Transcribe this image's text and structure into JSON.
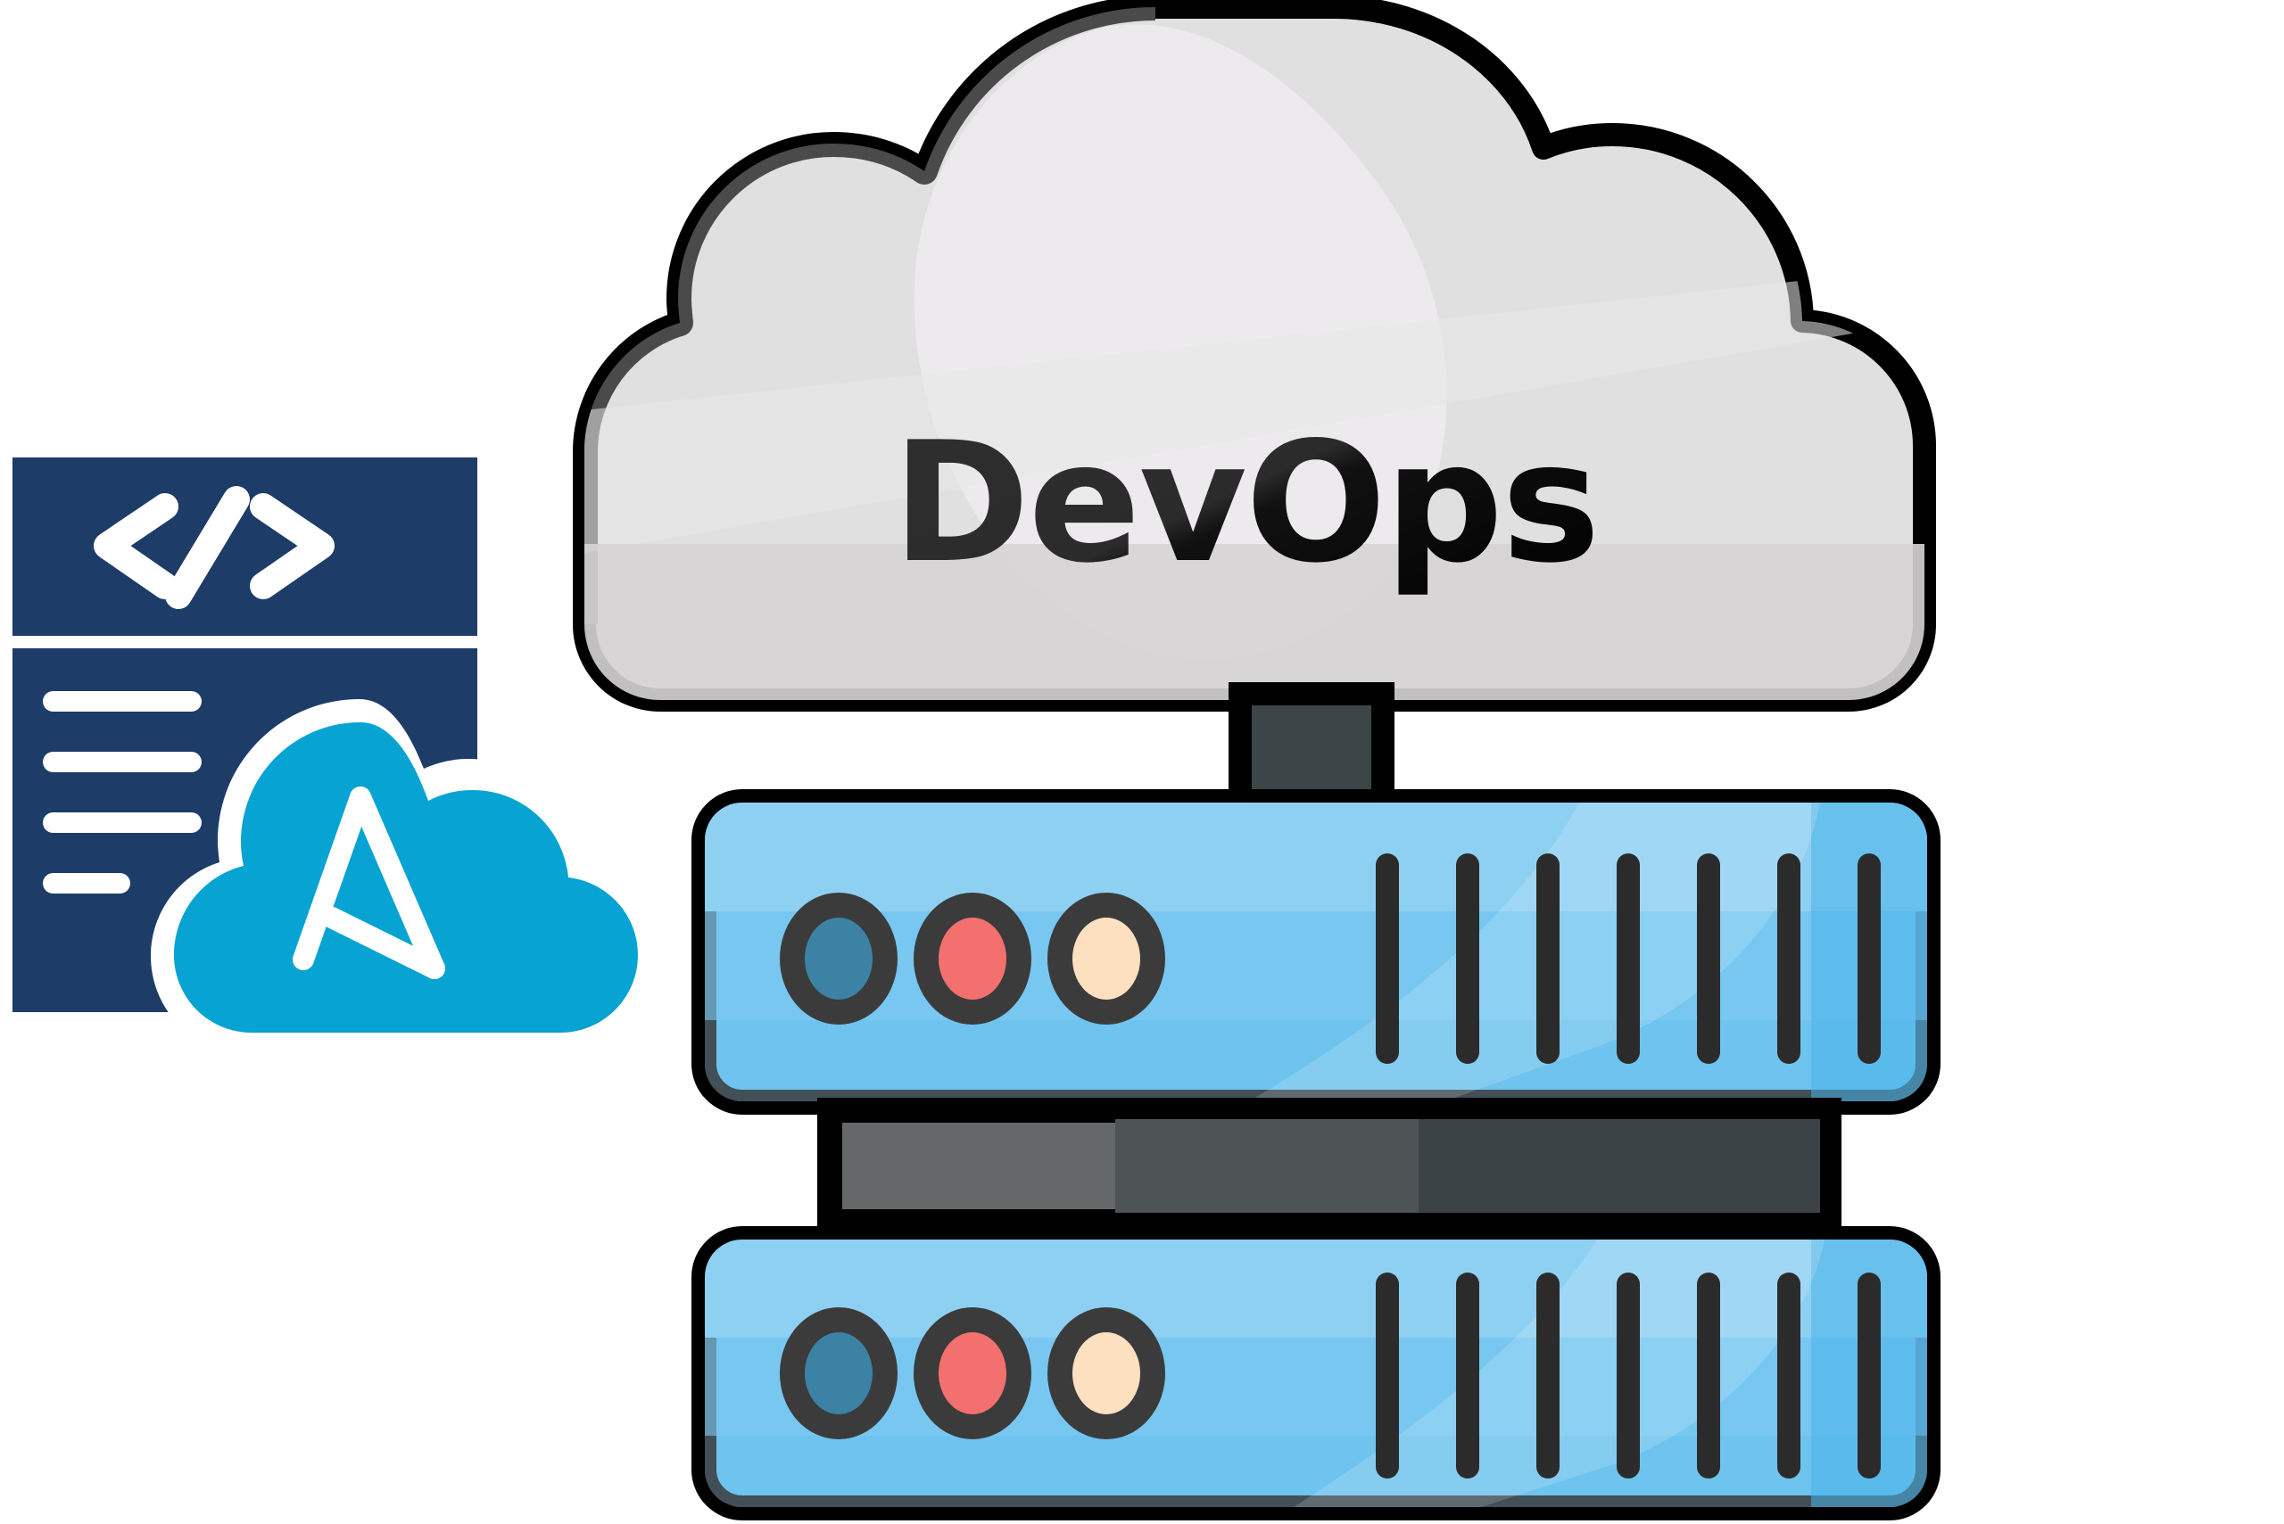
{
  "illustration": {
    "title": "DevOps cloud server rack with Ansible automation",
    "background_color": "#ffffff"
  },
  "cloud": {
    "label": "DevOps",
    "fill_color": "#e1e0e1",
    "highlight_color": "#ebeaeb",
    "shade_color": "#d6d3d5",
    "outline_color": "#000000",
    "inner_outline_color": "#4a4a4a",
    "text_color": "#2b2b2b",
    "text_shade_color": "#050505"
  },
  "connector": {
    "name": "cloud-to-server-connector",
    "fill_color": "#3c4649",
    "outline_color": "#000000"
  },
  "server_rack": {
    "units": [
      {
        "name": "server-unit-top",
        "leds": [
          {
            "name": "status-led-teal",
            "color": "#3c82a4"
          },
          {
            "name": "status-led-red",
            "color": "#f4706e"
          },
          {
            "name": "status-led-cream",
            "color": "#fde0c0"
          }
        ],
        "vent_slot_count": 7
      },
      {
        "name": "server-unit-bottom",
        "leds": [
          {
            "name": "status-led-teal",
            "color": "#3c82a4"
          },
          {
            "name": "status-led-red",
            "color": "#f4706e"
          },
          {
            "name": "status-led-cream",
            "color": "#fde0c0"
          }
        ],
        "vent_slot_count": 7
      }
    ],
    "body_color": "#6ec3ef",
    "body_highlight_color": "#8ed0f2",
    "body_shade_color": "#49b3ea",
    "outline_color": "#000000",
    "inner_outline_color": "#3b3b3b",
    "led_ring_color": "#3b3b3b",
    "vent_color": "#2b2b2b"
  },
  "rack_divider": {
    "name": "rack-spacer",
    "segments": [
      {
        "color": "#646868"
      },
      {
        "color": "#4e5456"
      },
      {
        "color": "#3c4346"
      }
    ],
    "outline_color": "#000000"
  },
  "code_document": {
    "name": "code-document-icon",
    "header_symbol": "</>",
    "background_color": "#1d3c67",
    "mark_color": "#ffffff",
    "text_lines": [
      {
        "name": "code-line-1",
        "width_pct": 100
      },
      {
        "name": "code-line-2",
        "width_pct": 100
      },
      {
        "name": "code-line-3",
        "width_pct": 100
      },
      {
        "name": "code-line-4",
        "width_pct": 55
      }
    ]
  },
  "ansible_badge": {
    "name": "ansible-cloud-icon",
    "cloud_color": "#07a3d2",
    "ring_color": "#ffffff",
    "glyph_color": "#ffffff",
    "glyph": "A"
  }
}
